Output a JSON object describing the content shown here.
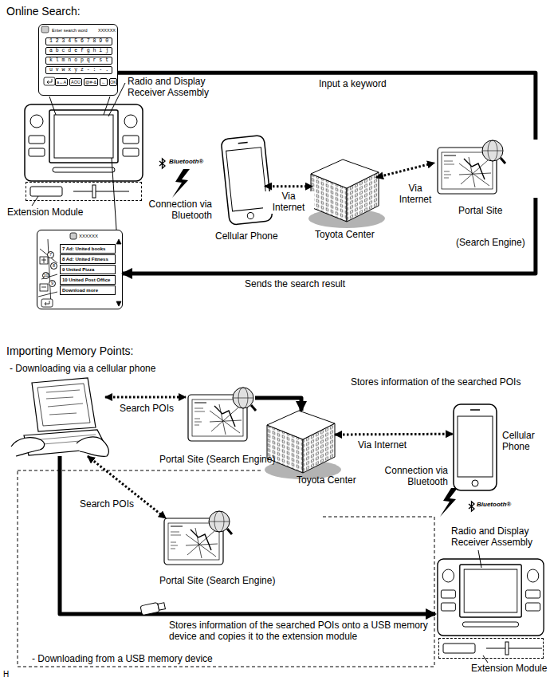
{
  "diagram": {
    "nodes": [
      {
        "text": [
          "Enter search word",
          "XXXXXX",
          "1 2 3 4 5 6 7 8 9 0",
          "a b c d e f g h i j",
          "k l m n o p q r s t",
          "u v w x y z - : - .",
          "a↔A",
          "ÄÖÜ",
          "@#-&",
          "←",
          "OK"
        ]
      },
      {
        "text": [
          "Radio and Display Receiver Assembly"
        ]
      },
      {
        "text": [
          "Extension Module"
        ]
      },
      {
        "text": [
          "XXXXXX",
          "7 Ad: United books",
          "8 Ad: United Fitness",
          "9 United Pizza",
          "10 United Post Office",
          "Download more",
          "7",
          "8",
          "10",
          "9"
        ]
      },
      {
        "text": [
          "Cellular Phone"
        ]
      },
      {
        "text": [
          "Toyota Center"
        ]
      },
      {
        "text": [
          "Portal Site",
          "(Search Engine)"
        ]
      },
      {
        "text": [
          "Portal Site (Search Engine)"
        ]
      },
      {
        "text": [
          "Toyota Center"
        ]
      },
      {
        "text": [
          "Cellular Phone"
        ]
      },
      {
        "text": [
          "Portal Site (Search Engine)"
        ]
      },
      {
        "text": [
          "Radio and Display Receiver Assembly"
        ]
      },
      {
        "text": [
          "Extension Module"
        ]
      }
    ],
    "edges": [
      {
        "from": 0,
        "to": 6,
        "label": "Input a keyword",
        "arrow": "none"
      },
      {
        "from": 6,
        "to": 3,
        "label": "Sends the search result",
        "arrow": "to"
      },
      {
        "from": 4,
        "to": 5,
        "label": "Via Internet",
        "arrow": "both"
      },
      {
        "from": 5,
        "to": 6,
        "label": "Via Internet",
        "arrow": "both"
      },
      {
        "from": 7,
        "to": 8,
        "arrow": "to"
      },
      {
        "from": 8,
        "to": 9,
        "label": "Via Internet",
        "arrow": "both"
      }
    ],
    "labels": [
      "Online Search:",
      "Bluetooth®",
      "Connection via Bluetooth",
      "Importing Memory Points:",
      "- Downloading via a cellular phone",
      "Search POIs",
      "Stores information of the searched POIs",
      "Connection via Bluetooth",
      "Bluetooth®",
      "Search POIs",
      "Stores information of the searched POIs onto a USB memory device and copies it to the extension module",
      "- Downloading from a USB memory device",
      "H"
    ]
  }
}
